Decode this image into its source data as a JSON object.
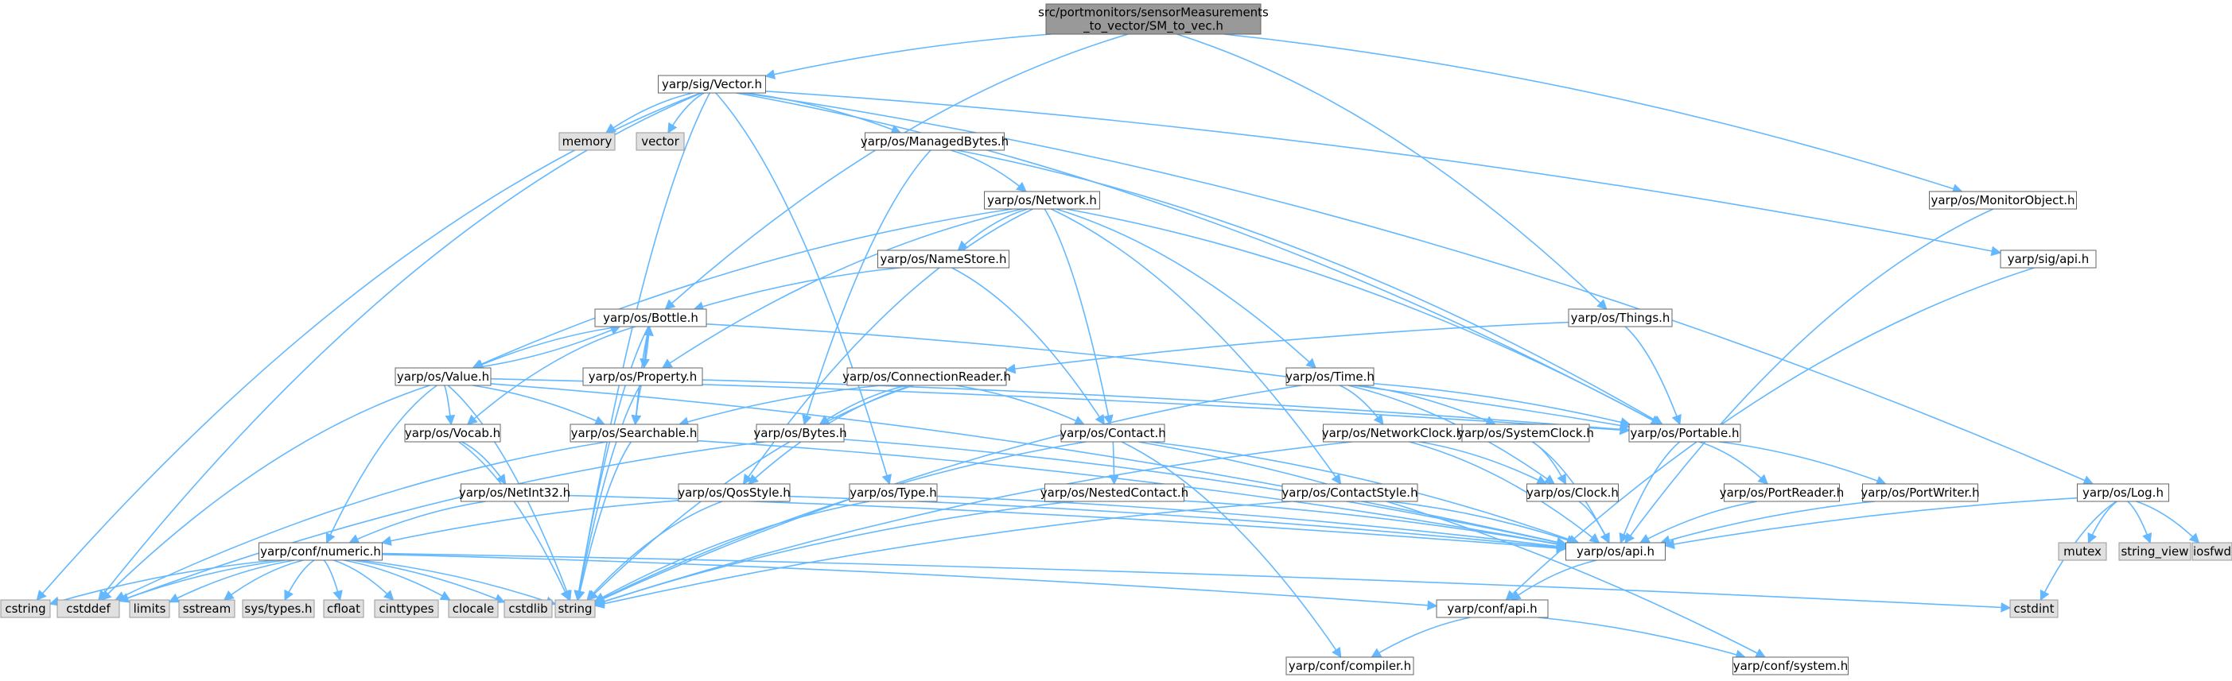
{
  "colors": {
    "edge": "#63b8ff",
    "root_fill": "#999999",
    "system_fill": "#e0e0e0",
    "file_fill": "#ffffff",
    "border": "#666666"
  },
  "nodes": [
    {
      "id": "root",
      "lines": [
        "src/portmonitors/sensorMeasurements",
        "_to_vector/SM_to_vec.h"
      ],
      "kind": "root"
    },
    {
      "id": "vector_h",
      "lines": [
        "yarp/sig/Vector.h"
      ],
      "kind": "file"
    },
    {
      "id": "memory",
      "lines": [
        "memory"
      ],
      "kind": "sys"
    },
    {
      "id": "vector",
      "lines": [
        "vector"
      ],
      "kind": "sys"
    },
    {
      "id": "managedbytes",
      "lines": [
        "yarp/os/ManagedBytes.h"
      ],
      "kind": "file"
    },
    {
      "id": "network",
      "lines": [
        "yarp/os/Network.h"
      ],
      "kind": "file"
    },
    {
      "id": "namestore",
      "lines": [
        "yarp/os/NameStore.h"
      ],
      "kind": "file"
    },
    {
      "id": "bottle",
      "lines": [
        "yarp/os/Bottle.h"
      ],
      "kind": "file"
    },
    {
      "id": "value",
      "lines": [
        "yarp/os/Value.h"
      ],
      "kind": "file"
    },
    {
      "id": "property",
      "lines": [
        "yarp/os/Property.h"
      ],
      "kind": "file"
    },
    {
      "id": "connreader",
      "lines": [
        "yarp/os/ConnectionReader.h"
      ],
      "kind": "file"
    },
    {
      "id": "time",
      "lines": [
        "yarp/os/Time.h"
      ],
      "kind": "file"
    },
    {
      "id": "things",
      "lines": [
        "yarp/os/Things.h"
      ],
      "kind": "file"
    },
    {
      "id": "monitorobject",
      "lines": [
        "yarp/os/MonitorObject.h"
      ],
      "kind": "file"
    },
    {
      "id": "sigapi",
      "lines": [
        "yarp/sig/api.h"
      ],
      "kind": "file"
    },
    {
      "id": "vocab",
      "lines": [
        "yarp/os/Vocab.h"
      ],
      "kind": "file"
    },
    {
      "id": "searchable",
      "lines": [
        "yarp/os/Searchable.h"
      ],
      "kind": "file"
    },
    {
      "id": "bytes",
      "lines": [
        "yarp/os/Bytes.h"
      ],
      "kind": "file"
    },
    {
      "id": "contact",
      "lines": [
        "yarp/os/Contact.h"
      ],
      "kind": "file"
    },
    {
      "id": "netclock",
      "lines": [
        "yarp/os/NetworkClock.h"
      ],
      "kind": "file"
    },
    {
      "id": "sysclock",
      "lines": [
        "yarp/os/SystemClock.h"
      ],
      "kind": "file"
    },
    {
      "id": "portable",
      "lines": [
        "yarp/os/Portable.h"
      ],
      "kind": "file"
    },
    {
      "id": "netint32",
      "lines": [
        "yarp/os/NetInt32.h"
      ],
      "kind": "file"
    },
    {
      "id": "qosstyle",
      "lines": [
        "yarp/os/QosStyle.h"
      ],
      "kind": "file"
    },
    {
      "id": "type",
      "lines": [
        "yarp/os/Type.h"
      ],
      "kind": "file"
    },
    {
      "id": "nestedcontact",
      "lines": [
        "yarp/os/NestedContact.h"
      ],
      "kind": "file"
    },
    {
      "id": "contactstyle",
      "lines": [
        "yarp/os/ContactStyle.h"
      ],
      "kind": "file"
    },
    {
      "id": "clock",
      "lines": [
        "yarp/os/Clock.h"
      ],
      "kind": "file"
    },
    {
      "id": "portreader",
      "lines": [
        "yarp/os/PortReader.h"
      ],
      "kind": "file"
    },
    {
      "id": "portwriter",
      "lines": [
        "yarp/os/PortWriter.h"
      ],
      "kind": "file"
    },
    {
      "id": "log",
      "lines": [
        "yarp/os/Log.h"
      ],
      "kind": "file"
    },
    {
      "id": "numeric",
      "lines": [
        "yarp/conf/numeric.h"
      ],
      "kind": "file"
    },
    {
      "id": "osapi",
      "lines": [
        "yarp/os/api.h"
      ],
      "kind": "file"
    },
    {
      "id": "mutex",
      "lines": [
        "mutex"
      ],
      "kind": "sys"
    },
    {
      "id": "string_view",
      "lines": [
        "string_view"
      ],
      "kind": "sys"
    },
    {
      "id": "iosfwd",
      "lines": [
        "iosfwd"
      ],
      "kind": "sys"
    },
    {
      "id": "cstring",
      "lines": [
        "cstring"
      ],
      "kind": "sys"
    },
    {
      "id": "cstddef",
      "lines": [
        "cstddef"
      ],
      "kind": "sys"
    },
    {
      "id": "limits",
      "lines": [
        "limits"
      ],
      "kind": "sys"
    },
    {
      "id": "sstream",
      "lines": [
        "sstream"
      ],
      "kind": "sys"
    },
    {
      "id": "systypes",
      "lines": [
        "sys/types.h"
      ],
      "kind": "sys"
    },
    {
      "id": "cfloat",
      "lines": [
        "cfloat"
      ],
      "kind": "sys"
    },
    {
      "id": "cinttypes",
      "lines": [
        "cinttypes"
      ],
      "kind": "sys"
    },
    {
      "id": "clocale",
      "lines": [
        "clocale"
      ],
      "kind": "sys"
    },
    {
      "id": "cstdlib",
      "lines": [
        "cstdlib"
      ],
      "kind": "sys"
    },
    {
      "id": "string",
      "lines": [
        "string"
      ],
      "kind": "sys"
    },
    {
      "id": "confapi",
      "lines": [
        "yarp/conf/api.h"
      ],
      "kind": "file"
    },
    {
      "id": "cstdint",
      "lines": [
        "cstdint"
      ],
      "kind": "sys"
    },
    {
      "id": "compiler",
      "lines": [
        "yarp/conf/compiler.h"
      ],
      "kind": "file"
    },
    {
      "id": "system",
      "lines": [
        "yarp/conf/system.h"
      ],
      "kind": "file"
    }
  ],
  "edges": [
    [
      "root",
      "vector_h"
    ],
    [
      "root",
      "bottle"
    ],
    [
      "root",
      "things"
    ],
    [
      "root",
      "monitorobject"
    ],
    [
      "vector_h",
      "memory"
    ],
    [
      "vector_h",
      "vector"
    ],
    [
      "vector_h",
      "managedbytes"
    ],
    [
      "vector_h",
      "cstring"
    ],
    [
      "vector_h",
      "cstddef"
    ],
    [
      "vector_h",
      "string"
    ],
    [
      "vector_h",
      "type"
    ],
    [
      "vector_h",
      "portable"
    ],
    [
      "vector_h",
      "sigapi"
    ],
    [
      "vector_h",
      "log"
    ],
    [
      "managedbytes",
      "network"
    ],
    [
      "managedbytes",
      "bytes"
    ],
    [
      "managedbytes",
      "portable"
    ],
    [
      "network",
      "namestore"
    ],
    [
      "network",
      "value"
    ],
    [
      "network",
      "property"
    ],
    [
      "network",
      "contact"
    ],
    [
      "network",
      "time"
    ],
    [
      "network",
      "contactstyle"
    ],
    [
      "network",
      "qosstyle"
    ],
    [
      "network",
      "portable"
    ],
    [
      "namestore",
      "bottle"
    ],
    [
      "namestore",
      "contact"
    ],
    [
      "bottle",
      "value"
    ],
    [
      "bottle",
      "property"
    ],
    [
      "bottle",
      "searchable"
    ],
    [
      "bottle",
      "vocab"
    ],
    [
      "bottle",
      "portable"
    ],
    [
      "bottle",
      "string"
    ],
    [
      "value",
      "bottle"
    ],
    [
      "value",
      "vocab"
    ],
    [
      "value",
      "searchable"
    ],
    [
      "value",
      "numeric"
    ],
    [
      "value",
      "cstddef"
    ],
    [
      "value",
      "string"
    ],
    [
      "value",
      "portable"
    ],
    [
      "value",
      "osapi"
    ],
    [
      "property",
      "bottle"
    ],
    [
      "property",
      "searchable"
    ],
    [
      "property",
      "portable"
    ],
    [
      "property",
      "string"
    ],
    [
      "connreader",
      "searchable"
    ],
    [
      "connreader",
      "bytes"
    ],
    [
      "connreader",
      "contact"
    ],
    [
      "connreader",
      "qosstyle"
    ],
    [
      "connreader",
      "string"
    ],
    [
      "things",
      "connreader"
    ],
    [
      "things",
      "portable"
    ],
    [
      "time",
      "netclock"
    ],
    [
      "time",
      "sysclock"
    ],
    [
      "time",
      "clock"
    ],
    [
      "time",
      "string"
    ],
    [
      "time",
      "portable"
    ],
    [
      "monitorobject",
      "osapi"
    ],
    [
      "sigapi",
      "confapi"
    ],
    [
      "vocab",
      "netint32"
    ],
    [
      "vocab",
      "string"
    ],
    [
      "searchable",
      "string"
    ],
    [
      "searchable",
      "osapi"
    ],
    [
      "searchable",
      "cstddef"
    ],
    [
      "bytes",
      "cstddef"
    ],
    [
      "bytes",
      "osapi"
    ],
    [
      "contact",
      "nestedcontact"
    ],
    [
      "contact",
      "string"
    ],
    [
      "contact",
      "osapi"
    ],
    [
      "contact",
      "compiler"
    ],
    [
      "contact",
      "system"
    ],
    [
      "netclock",
      "clock"
    ],
    [
      "netclock",
      "osapi"
    ],
    [
      "netclock",
      "string"
    ],
    [
      "sysclock",
      "clock"
    ],
    [
      "sysclock",
      "osapi"
    ],
    [
      "portable",
      "portreader"
    ],
    [
      "portable",
      "portwriter"
    ],
    [
      "portable",
      "osapi"
    ],
    [
      "netint32",
      "numeric"
    ],
    [
      "netint32",
      "osapi"
    ],
    [
      "qosstyle",
      "numeric"
    ],
    [
      "qosstyle",
      "string"
    ],
    [
      "qosstyle",
      "osapi"
    ],
    [
      "type",
      "string"
    ],
    [
      "type",
      "osapi"
    ],
    [
      "nestedcontact",
      "string"
    ],
    [
      "nestedcontact",
      "osapi"
    ],
    [
      "contactstyle",
      "string"
    ],
    [
      "contactstyle",
      "osapi"
    ],
    [
      "clock",
      "osapi"
    ],
    [
      "portreader",
      "osapi"
    ],
    [
      "portwriter",
      "osapi"
    ],
    [
      "log",
      "osapi"
    ],
    [
      "log",
      "mutex"
    ],
    [
      "log",
      "string_view"
    ],
    [
      "log",
      "iosfwd"
    ],
    [
      "log",
      "cstdint"
    ],
    [
      "numeric",
      "cstring"
    ],
    [
      "numeric",
      "cstddef"
    ],
    [
      "numeric",
      "limits"
    ],
    [
      "numeric",
      "sstream"
    ],
    [
      "numeric",
      "systypes"
    ],
    [
      "numeric",
      "cfloat"
    ],
    [
      "numeric",
      "cinttypes"
    ],
    [
      "numeric",
      "clocale"
    ],
    [
      "numeric",
      "cstdlib"
    ],
    [
      "numeric",
      "string"
    ],
    [
      "numeric",
      "confapi"
    ],
    [
      "numeric",
      "cstdint"
    ],
    [
      "osapi",
      "confapi"
    ],
    [
      "confapi",
      "compiler"
    ],
    [
      "confapi",
      "system"
    ]
  ]
}
